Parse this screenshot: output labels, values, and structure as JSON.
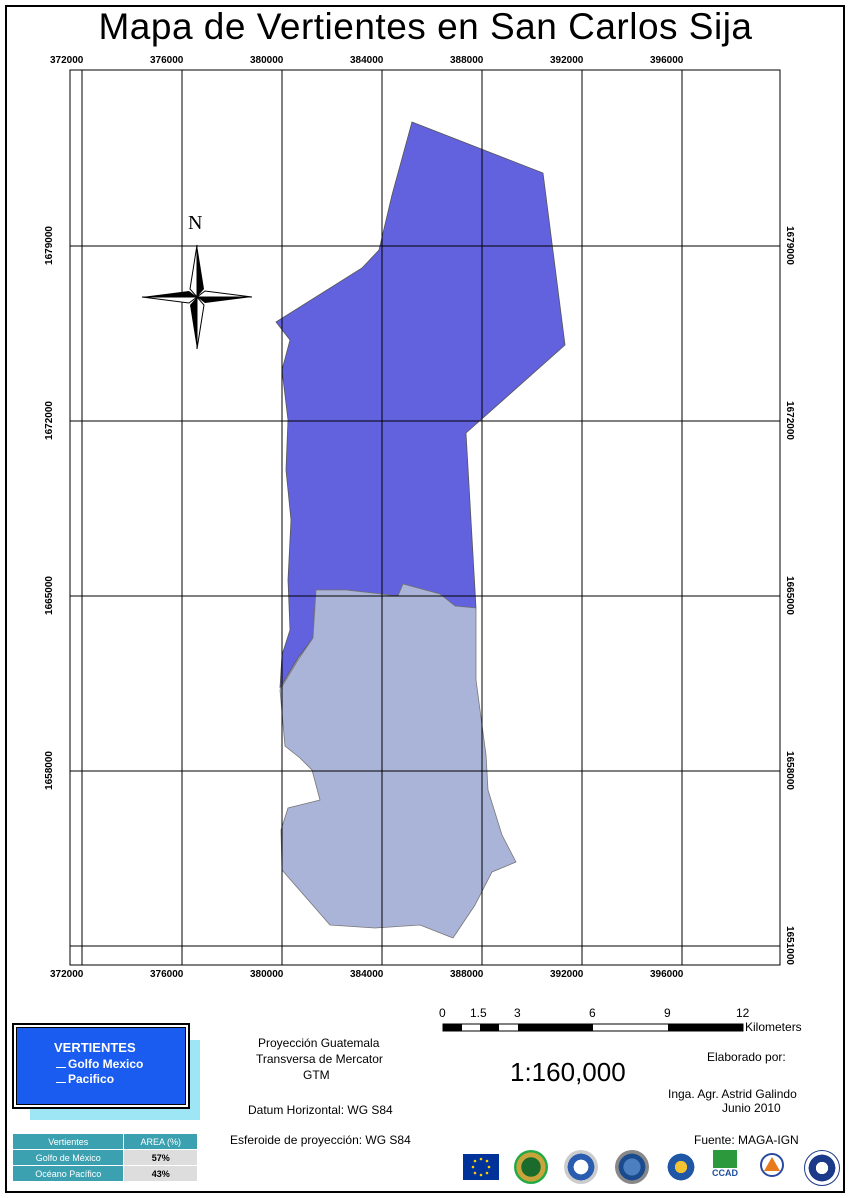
{
  "map": {
    "title": "Mapa de Vertientes en San Carlos Sija",
    "x_ticks": [
      "372000",
      "376000",
      "380000",
      "384000",
      "388000",
      "392000",
      "396000"
    ],
    "y_ticks": [
      "1679000",
      "1672000",
      "1665000",
      "1658000",
      "1651000"
    ],
    "north_label": "N",
    "colors": {
      "golfo_mexico": "#6262de",
      "pacifico": "#aab4d8"
    }
  },
  "scalebar": {
    "labels": [
      "0",
      "1.5",
      "3",
      "6",
      "9",
      "12"
    ],
    "unit": "Kilometers",
    "scale_text": "1:160,000"
  },
  "projection": {
    "line1": "Proyección Guatemala",
    "line2": "Transversa de Mercator",
    "line3": "GTM",
    "datum": "Datum Horizontal: WG S84",
    "esferoide": "Esferoide de proyección: WG S84"
  },
  "credits": {
    "elaborado": "Elaborado por:",
    "author": "Inga. Agr. Astrid Galindo",
    "date": "Junio 2010",
    "fuente": "Fuente: MAGA-IGN"
  },
  "legend": {
    "heading": "VERTIENTES",
    "items": [
      "Golfo Mexico",
      "Pacifico"
    ]
  },
  "area_table": {
    "headers": [
      "Vertientes",
      "AREA (%)"
    ],
    "rows": [
      {
        "name": "Golfo de México",
        "value": "57%"
      },
      {
        "name": "Océano Pacífico",
        "value": "43%"
      }
    ]
  },
  "logos": [
    "eu-flag-logo",
    "logo-2",
    "logo-3",
    "logo-4",
    "logo-5",
    "ccad-logo",
    "cepredenac-logo",
    "logo-8"
  ],
  "logo_text": {
    "ccad": "CCAD"
  }
}
